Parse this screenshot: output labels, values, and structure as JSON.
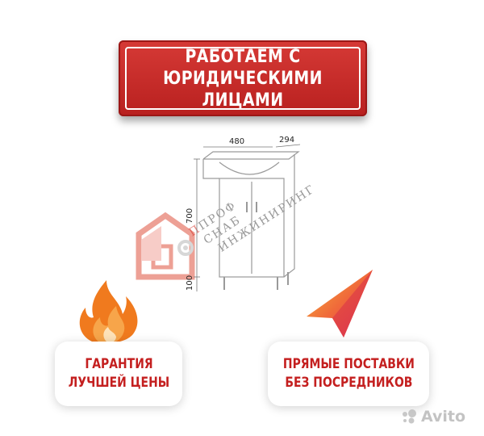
{
  "banner": {
    "line1": "РАБОТАЕМ С",
    "line2": "ЮРИДИЧЕСКИМИ ЛИЦАМИ"
  },
  "drawing": {
    "width_dim": "480",
    "depth_dim": "294",
    "height_dim": "700",
    "leg_dim": "100"
  },
  "logo": {
    "line1": "ПРОФ",
    "line2": "СНАБ",
    "line3": "ИНЖИНИРИНГ"
  },
  "cards": {
    "left": {
      "line1": "ГАРАНТИЯ",
      "line2": "ЛУЧШЕЙ ЦЕНЫ"
    },
    "right": {
      "line1": "ПРЯМЫЕ ПОСТАВКИ",
      "line2": "БЕЗ ПОСРЕДНИКОВ"
    }
  },
  "watermark": {
    "text": "Avito"
  },
  "colors": {
    "banner": "#c62a28",
    "accent_red": "#c41f1f",
    "flame_orange": "#f07a1e",
    "arrow_pink": "#ea3f56"
  },
  "icons": [
    "flame-icon",
    "cursor-arrow-icon",
    "avito-dots-icon"
  ]
}
